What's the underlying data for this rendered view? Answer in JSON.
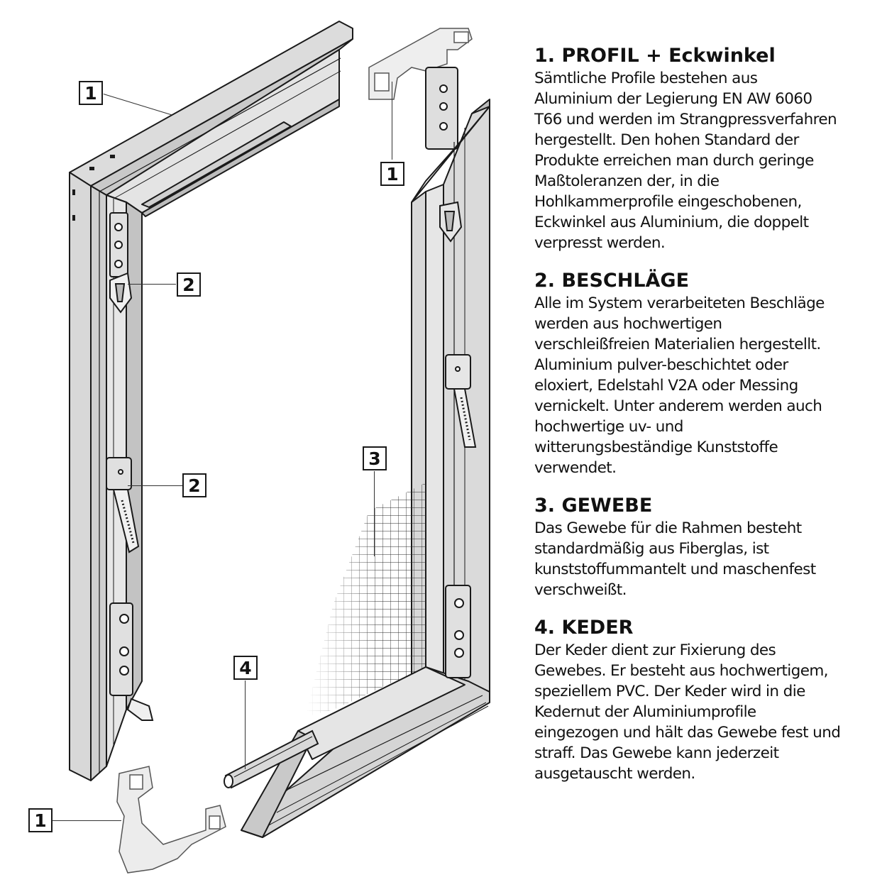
{
  "callouts": [
    {
      "label": "1"
    },
    {
      "label": "1"
    },
    {
      "label": "2"
    },
    {
      "label": "2"
    },
    {
      "label": "3"
    },
    {
      "label": "4"
    },
    {
      "label": "1"
    }
  ],
  "sections": [
    {
      "heading": "1. PROFIL + Eckwinkel",
      "body": "Sämtliche Profile bestehen aus\nAluminium der Legierung EN AW 6060\nT66 und werden im Strangpressverfahren\nhergestellt. Den hohen Standard der\nProdukte erreichen man durch geringe\nMaßtoleranzen der, in die\nHohlkammerprofile  eingeschobenen,\nEckwinkel aus Aluminium, die doppelt\nverpresst werden."
    },
    {
      "heading": "2. BESCHLÄGE",
      "body": "Alle im System verarbeiteten Beschläge\nwerden aus hochwertigen\nverschleißfreien Materialien hergestellt.\nAluminium pulver-beschichtet oder\neloxiert, Edelstahl V2A oder Messing\nvernickelt. Unter anderem werden auch\nhochwertige uv- und\nwitterungsbeständige Kunststoffe\nverwendet."
    },
    {
      "heading": "3. GEWEBE",
      "body": "Das Gewebe für die Rahmen besteht\nstandardmäßig aus Fiberglas, ist\nkunststoffummantelt und maschenfest\nverschweißt."
    },
    {
      "heading": "4.  KEDER",
      "body": "Der Keder dient zur Fixierung des\nGewebes. Er besteht aus hochwertigem,\nspeziellem PVC. Der Keder wird in die\nKedernut der Aluminiumprofile\neingezogen und hält das Gewebe fest und\nstraff. Das Gewebe kann jederzeit\nausgetauscht werden."
    }
  ]
}
